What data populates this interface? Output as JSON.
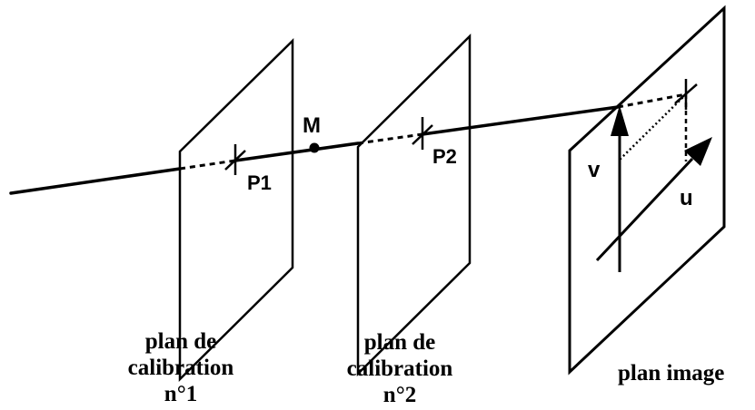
{
  "labels": {
    "point_m": "M",
    "point_p1": "P1",
    "point_p2": "P2",
    "axis_v": "v",
    "axis_u": "u"
  },
  "captions": {
    "plane1": [
      "plan de",
      "calibration",
      "n°1"
    ],
    "plane2": [
      "plan de",
      "calibration",
      "n°2"
    ],
    "image_plane": "plan image"
  },
  "colors": {
    "ink": "#000000",
    "background": "#ffffff"
  }
}
